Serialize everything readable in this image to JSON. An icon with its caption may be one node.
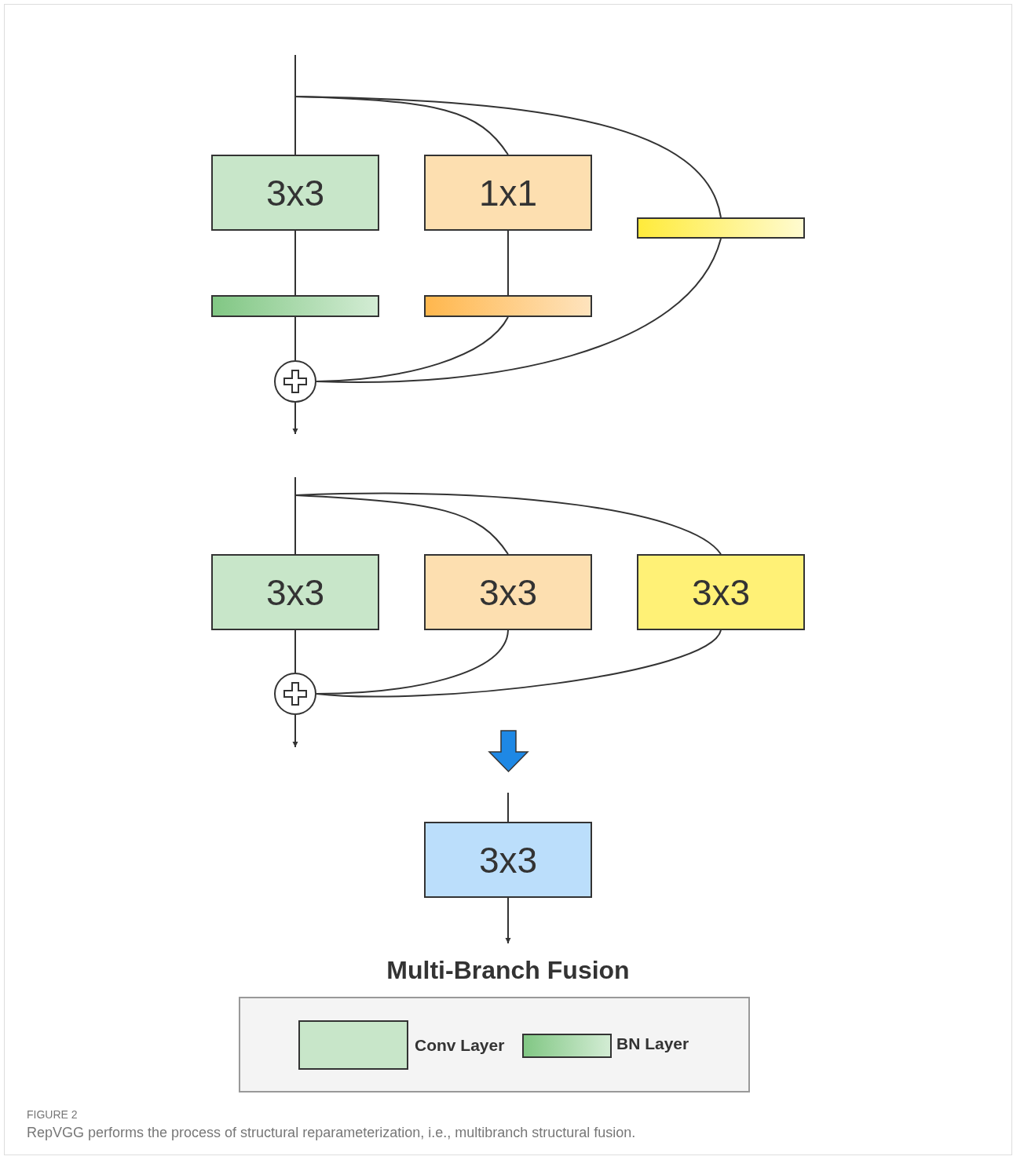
{
  "diagram": {
    "title": "Multi-Branch Fusion",
    "caption": "RepVGG performs the process of structural reparameterization, i.e., multibranch structural fusion.",
    "nodes": [
      {
        "text": [
          "3x3"
        ]
      },
      {
        "text": [
          "1x1"
        ]
      },
      {
        "text": [],
        "shape": "bar"
      },
      {
        "text": [],
        "shape": "bar"
      },
      {
        "text": [],
        "shape": "bar"
      },
      {
        "text": [],
        "shape": "circle"
      },
      {
        "text": [
          "3x3"
        ]
      },
      {
        "text": [
          "3x3"
        ]
      },
      {
        "text": [
          "3x3"
        ]
      },
      {
        "text": [],
        "shape": "circle"
      },
      {
        "text": [
          "3x3"
        ]
      }
    ],
    "edges": [
      {
        "from": null,
        "to": 0,
        "arrow": "none"
      },
      {
        "from": null,
        "to": 1,
        "arrow": "none"
      },
      {
        "from": null,
        "to": 2,
        "arrow": "none"
      },
      {
        "from": 0,
        "to": 3,
        "arrow": "none"
      },
      {
        "from": 1,
        "to": 4,
        "arrow": "none"
      },
      {
        "from": 3,
        "to": 5,
        "arrow": "none"
      },
      {
        "from": 4,
        "to": 5,
        "arrow": "none"
      },
      {
        "from": 2,
        "to": 5,
        "arrow": "none"
      },
      {
        "from": 5,
        "to": null,
        "arrow": "to"
      },
      {
        "from": null,
        "to": 6,
        "arrow": "none"
      },
      {
        "from": null,
        "to": 7,
        "arrow": "none"
      },
      {
        "from": null,
        "to": 8,
        "arrow": "none"
      },
      {
        "from": 6,
        "to": 9,
        "arrow": "none"
      },
      {
        "from": 7,
        "to": 9,
        "arrow": "none"
      },
      {
        "from": 8,
        "to": 9,
        "arrow": "none"
      },
      {
        "from": 9,
        "to": null,
        "arrow": "to"
      },
      {
        "from": null,
        "to": 10,
        "arrow": "none"
      },
      {
        "from": 10,
        "to": null,
        "arrow": "to"
      }
    ],
    "labels": [
      "FIGURE 2"
    ],
    "legend": [
      {
        "text": "Conv Layer",
        "color": "#c8e6c9"
      },
      {
        "text": "BN Layer"
      }
    ]
  }
}
